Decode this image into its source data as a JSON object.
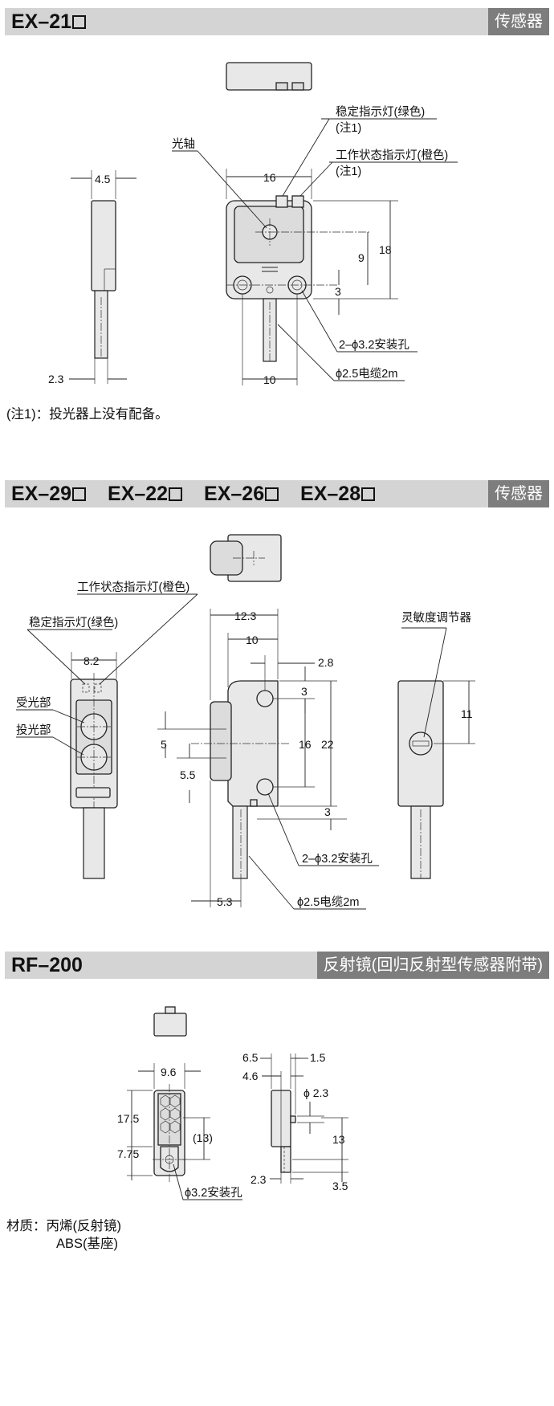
{
  "section1": {
    "models": [
      "EX–21"
    ],
    "category": "传感器",
    "labels": {
      "stable_indicator": "稳定指示灯(绿色)",
      "note1": "(注1)",
      "operation_indicator": "工作状态指示灯(橙色)",
      "note1_b": "(注1)",
      "optical_axis": "光轴",
      "mount_hole": "2–ϕ3.2安装孔",
      "cable": "ϕ2.5电缆2m"
    },
    "dims": [
      "4.5",
      "16",
      "18",
      "9",
      "3",
      "2.3",
      "10"
    ],
    "footnote": "(注1)：投光器上没有配备。"
  },
  "section2": {
    "models": [
      "EX–29",
      "EX–22",
      "EX–26",
      "EX–28"
    ],
    "category": "传感器",
    "labels": {
      "operation_indicator": "工作状态指示灯(橙色)",
      "stable_indicator": "稳定指示灯(绿色)",
      "receiver": "受光部",
      "emitter": "投光部",
      "sensitivity": "灵敏度调节器",
      "mount_hole": "2–ϕ3.2安装孔",
      "cable": "ϕ2.5电缆2m"
    },
    "dims": [
      "12.3",
      "10",
      "2.8",
      "8.2",
      "3",
      "16",
      "22",
      "5",
      "5.5",
      "3",
      "5.3",
      "11"
    ]
  },
  "section3": {
    "model": "RF–200",
    "category": "反射镜(回归反射型传感器附带)",
    "labels": {
      "mount_hole": "ϕ3.2安装孔"
    },
    "dims": [
      "9.6",
      "17.5",
      "(13)",
      "7.75",
      "6.5",
      "1.5",
      "4.6",
      "ϕ 2.3",
      "13",
      "2.3",
      "3.5"
    ],
    "material_label": "材质：丙烯(反射镜)",
    "material_line2": "ABS(基座)"
  }
}
